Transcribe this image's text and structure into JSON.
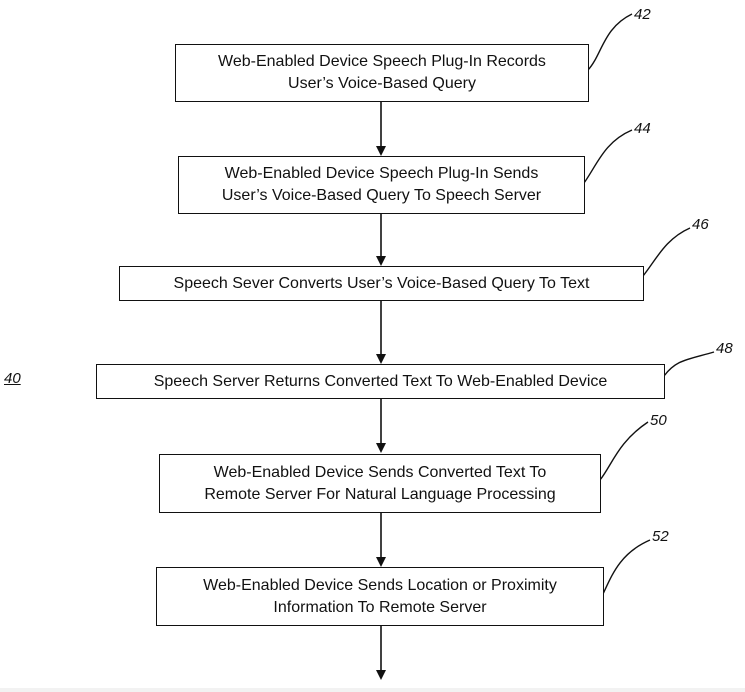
{
  "figure_label": "40",
  "steps": [
    {
      "ref": "42",
      "lines": [
        "Web-Enabled Device Speech Plug-In Records",
        "User’s Voice-Based Query"
      ]
    },
    {
      "ref": "44",
      "lines": [
        "Web-Enabled Device Speech Plug-In Sends",
        "User’s Voice-Based Query To Speech Server"
      ]
    },
    {
      "ref": "46",
      "lines": [
        "Speech Sever Converts User’s Voice-Based Query To Text"
      ]
    },
    {
      "ref": "48",
      "lines": [
        "Speech Server Returns Converted Text To Web-Enabled Device"
      ]
    },
    {
      "ref": "50",
      "lines": [
        "Web-Enabled Device Sends Converted Text To",
        "Remote Server For Natural Language Processing"
      ]
    },
    {
      "ref": "52",
      "lines": [
        "Web-Enabled Device Sends Location or Proximity",
        "Information To Remote Server"
      ]
    }
  ]
}
